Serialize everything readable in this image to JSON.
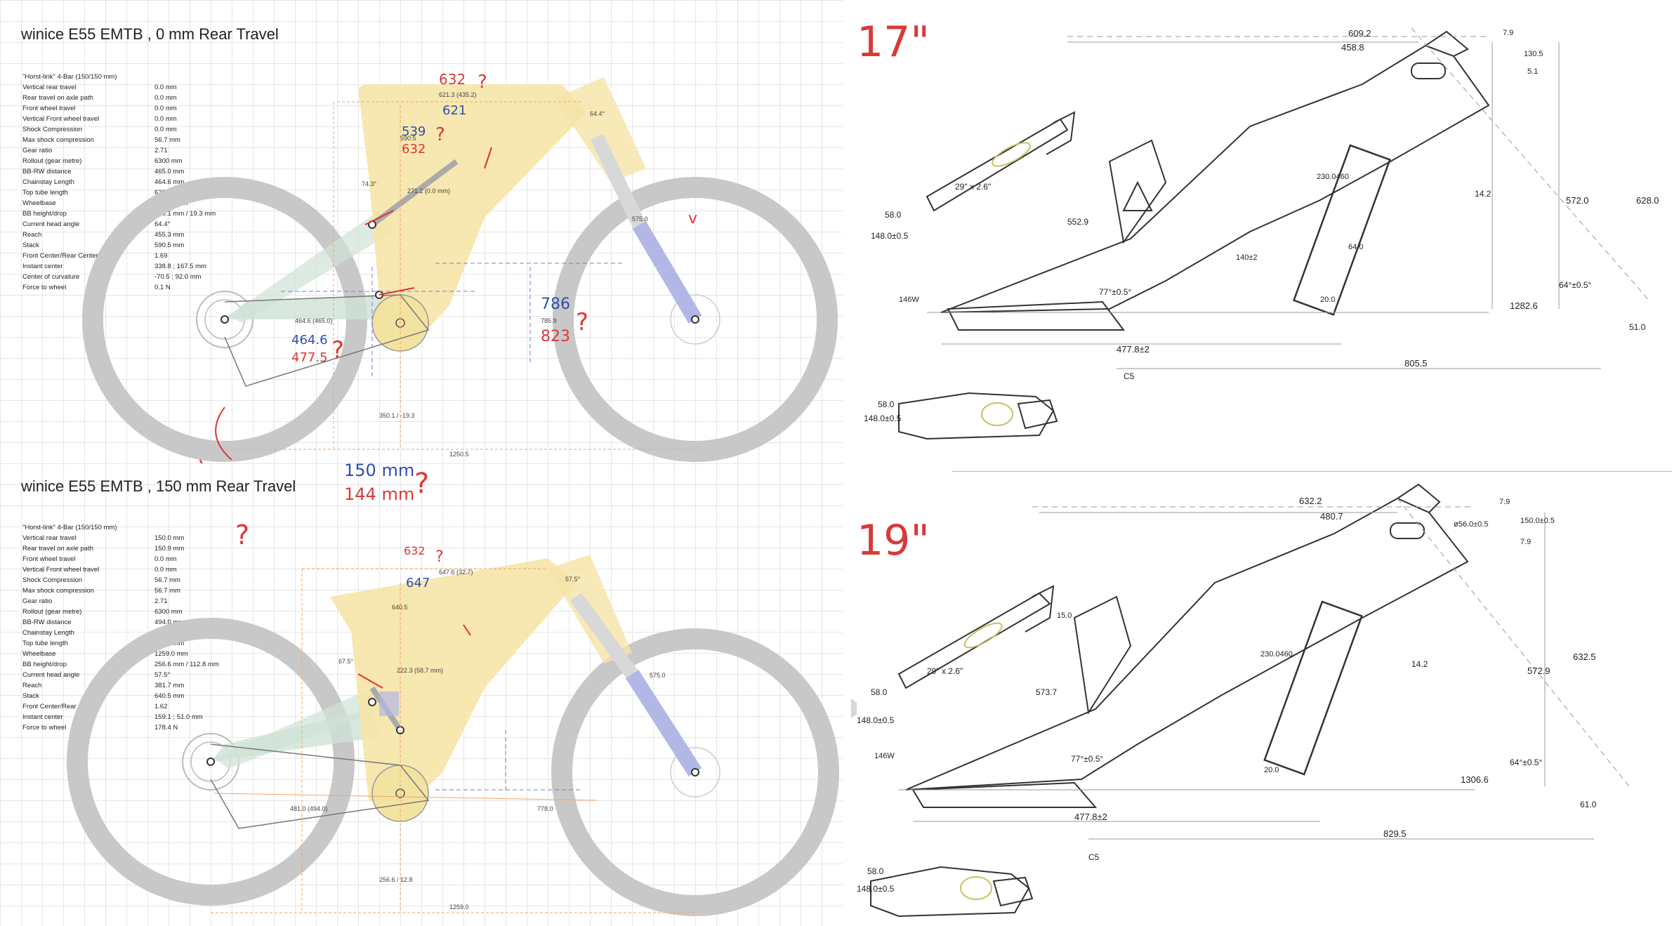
{
  "sim_top": {
    "title": "winice E55 EMTB , 0 mm Rear Travel",
    "stats": [
      {
        "label": "\"Horst-link\" 4-Bar (150/150 mm)",
        "value": ""
      },
      {
        "label": "Vertical rear travel",
        "value": "0.0 mm"
      },
      {
        "label": "Rear travel on axle path",
        "value": "0.0 mm"
      },
      {
        "label": "Front wheel travel",
        "value": "0.0 mm"
      },
      {
        "label": "Vertical Front wheel travel",
        "value": "0.0 mm"
      },
      {
        "label": "Shock Compression",
        "value": "0.0 mm"
      },
      {
        "label": "Max shock compression",
        "value": "56.7 mm"
      },
      {
        "label": "Gear ratio",
        "value": "2.71"
      },
      {
        "label": "Rollout (gear metre)",
        "value": "6300 mm"
      },
      {
        "label": "BB-RW distance",
        "value": "465.0 mm"
      },
      {
        "label": "Chainstay Length",
        "value": "464.6 mm"
      },
      {
        "label": "Top tube length",
        "value": "621.3 mm"
      },
      {
        "label": "Wheelbase",
        "value": "1250.5 mm"
      },
      {
        "label": "BB height/drop",
        "value": "350.1 mm / 19.3 mm"
      },
      {
        "label": "Current head angle",
        "value": "64.4°"
      },
      {
        "label": "Reach",
        "value": "455.3 mm"
      },
      {
        "label": "Stack",
        "value": "590.5 mm"
      },
      {
        "label": "Front Center/Rear Center",
        "value": "1.69"
      },
      {
        "label": "Instant center",
        "value": "338.8 ; 167.5 mm"
      },
      {
        "label": "Center of curvature",
        "value": "-70.5 ; 92.0 mm"
      },
      {
        "label": "Force to wheel",
        "value": "0.1 N"
      }
    ],
    "dims": {
      "top_tube": "621.3 (435.2)",
      "head_angle": "64.4°",
      "stack": "590.5",
      "seat_angle": "74.3°",
      "tt_inner": "271.2 (0.0 mm)",
      "fork": "575.0",
      "chainstay": "464.6 (465.0)",
      "front_center": "785.9",
      "bb_height": "350.1 / -19.3",
      "wheelbase": "1250.5"
    },
    "notes": {
      "n632": "632",
      "n621": "621",
      "n539": "539",
      "n632b": "632",
      "nq": "?",
      "check": "v",
      "n786": "786",
      "n823": "823",
      "n464": "464.6",
      "n477": "477.5"
    }
  },
  "sim_bottom": {
    "title": "winice E55 EMTB , 150 mm Rear Travel",
    "stats": [
      {
        "label": "\"Horst-link\" 4-Bar (150/150 mm)",
        "value": ""
      },
      {
        "label": "Vertical rear travel",
        "value": "150.0 mm"
      },
      {
        "label": "Rear travel on axle path",
        "value": "150.9 mm"
      },
      {
        "label": "Front wheel travel",
        "value": "0.0 mm"
      },
      {
        "label": "Vertical Front wheel travel",
        "value": "0.0 mm"
      },
      {
        "label": "Shock Compression",
        "value": "56.7 mm"
      },
      {
        "label": "Max shock compression",
        "value": "56.7 mm"
      },
      {
        "label": "Gear ratio",
        "value": "2.71"
      },
      {
        "label": "Rollout (gear metre)",
        "value": "6300 mm"
      },
      {
        "label": "BB-RW distance",
        "value": "494.0 mm"
      },
      {
        "label": "Chainstay Length",
        "value": "481.0 mm"
      },
      {
        "label": "Top tube length",
        "value": "647.6 mm"
      },
      {
        "label": "Wheelbase",
        "value": "1259.0 mm"
      },
      {
        "label": "BB height/drop",
        "value": "256.6 mm / 112.8 mm"
      },
      {
        "label": "Current head angle",
        "value": "57.5°"
      },
      {
        "label": "Reach",
        "value": "381.7 mm"
      },
      {
        "label": "Stack",
        "value": "640.5 mm"
      },
      {
        "label": "Front Center/Rear Center",
        "value": "1.62"
      },
      {
        "label": "Instant center",
        "value": "159.1 ; 51.0 mm"
      },
      {
        "label": "Force to wheel",
        "value": "178.4 N"
      }
    ],
    "dims": {
      "top_tube": "647.6 (32.7)",
      "head_angle": "57.5°",
      "stack": "640.5",
      "seat_angle": "67.5°",
      "tt_inner": "222.3 (58.7 mm)",
      "fork": "575.0",
      "chainstay": "481.0 (494.0)",
      "front_center": "778.0",
      "bb_height": "256.6 / 12.8",
      "wheelbase": "1259.0"
    },
    "notes": {
      "n150": "150 mm",
      "n144": "144 mm",
      "nq": "?",
      "n632": "632",
      "n647": "647"
    }
  },
  "size17": {
    "label": "17\"",
    "dims": {
      "d609": "609.2",
      "d458": "458.8",
      "d79": "7.9",
      "d130": "130.5",
      "d51": "5.1",
      "d230": "230.0460",
      "d552": "552.9",
      "d29": "29\" x 2.6\"",
      "d148": "148.0±0.5",
      "d58": "58.0",
      "d146": "146W",
      "d77": "77°±0.5°",
      "d20": "20.0",
      "d64": "64.0",
      "d14": "14.2",
      "d572": "572.0",
      "d628": "628.0",
      "d1282": "1282.6",
      "d64deg": "64°±0.5°",
      "d51b": "51.0",
      "d477": "477.8±2",
      "d805": "805.5",
      "d140": "140±2",
      "d148b": "148.0±0.5",
      "d58b": "58.0",
      "c5": "C5"
    }
  },
  "size19": {
    "label": "19\"",
    "dims": {
      "d632": "632.2",
      "d480": "480.7",
      "d79": "7.9",
      "d150": "150.0±0.5",
      "d56": "ø56.0±0.5",
      "d79b": "7.9",
      "d230": "230.0460",
      "d573": "573.7",
      "d29": "29\" x 2.6\"",
      "d148": "148.0±0.5",
      "d58": "58.0",
      "d15": "15.0",
      "d146": "146W",
      "d77": "77°±0.5°",
      "d20": "20.0",
      "d14": "14.2",
      "d572": "572.9",
      "d632b": "632.5",
      "d1306": "1306.6",
      "d64deg": "64°±0.5°",
      "d61": "61.0",
      "d477": "477.8±2",
      "d829": "829.5",
      "d148b": "148.0±0.5",
      "d58b": "58.0",
      "c5": "C5"
    }
  }
}
